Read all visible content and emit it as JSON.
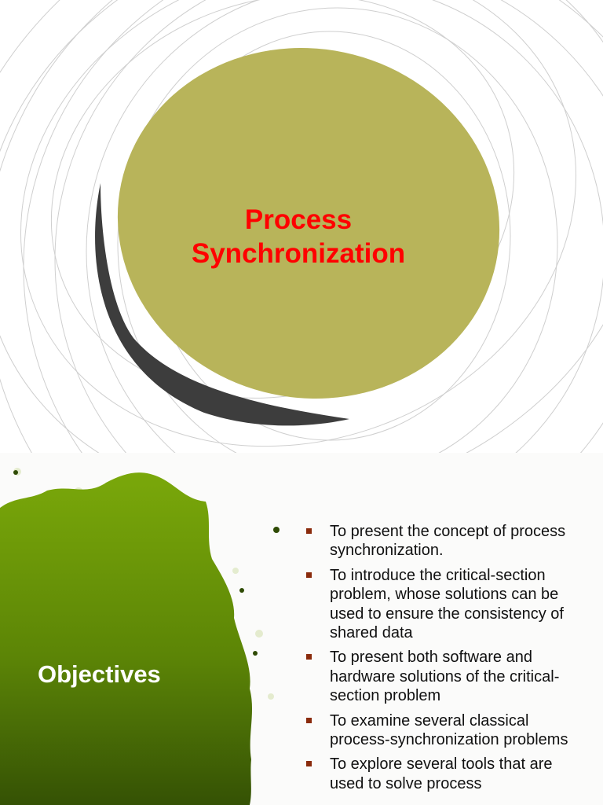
{
  "slides": [
    {
      "title_line1": "Process",
      "title_line2": "Synchronization"
    },
    {
      "title": "Objectives",
      "bullets": [
        "To present the concept of process synchronization.",
        "To introduce the critical-section problem, whose solutions can be used to ensure the consistency of shared data",
        "To present both software and hardware solutions of the critical-section problem",
        "To examine several classical process-synchronization problems",
        "To explore several tools that are used to solve process"
      ]
    }
  ],
  "colors": {
    "title_red": "#ff0000",
    "olive_ellipse": "#b8b45a",
    "dark_crescent": "#3d3d3d",
    "green_blob": "#5f8a06",
    "bullet_marker": "#8a2b0c"
  }
}
